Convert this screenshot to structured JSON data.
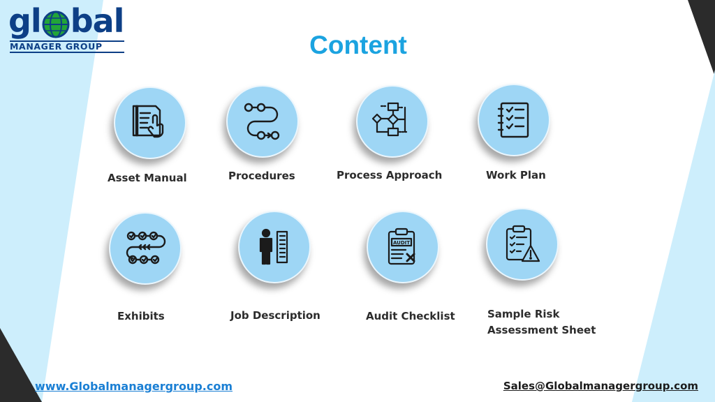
{
  "logo": {
    "word_left": "gl",
    "word_right": "bal",
    "subtitle": "MANAGER GROUP"
  },
  "title": "Content",
  "items": [
    {
      "label": "Asset Manual",
      "icon": "document-touch-icon"
    },
    {
      "label": "Procedures",
      "icon": "flow-steps-icon"
    },
    {
      "label": "Process Approach",
      "icon": "flowchart-icon"
    },
    {
      "label": "Work Plan",
      "icon": "checklist-notebook-icon"
    },
    {
      "label": "Exhibits",
      "icon": "check-sequence-icon"
    },
    {
      "label": "Job Description",
      "icon": "person-list-icon"
    },
    {
      "label": "Audit Checklist",
      "icon": "audit-clipboard-icon"
    },
    {
      "label_line1": "Sample Risk",
      "label_line2": "Assessment Sheet",
      "icon": "risk-clipboard-icon"
    }
  ],
  "footer": {
    "website": "www.Globalmanagergroup.com",
    "email": "Sales@Globalmanagergroup.com"
  },
  "colors": {
    "title": "#1ba3e0",
    "logo_green": "#22a538",
    "logo_blue": "#0d3f86",
    "circle": "#9ed6f5",
    "background_stripe": "#cdeefc",
    "corner": "#2b2b2b"
  }
}
